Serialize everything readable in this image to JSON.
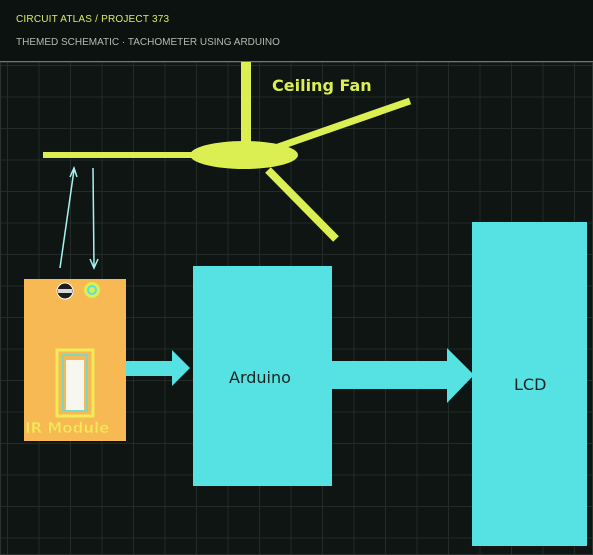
{
  "header": {
    "breadcrumb": "CIRCUIT ATLAS / PROJECT 373",
    "subtitle": "THEMED SCHEMATIC · TACHOMETER USING ARDUINO"
  },
  "diagram": {
    "fan_label": "Ceiling Fan",
    "ir_module_label": "IR Module",
    "arduino_label": "Arduino",
    "lcd_label": "LCD"
  },
  "colors": {
    "fan": "#dcef52",
    "block": "#56e1e2",
    "ir_module": "#f7b953",
    "ir_text": "#f2ea56",
    "beam": "#a9f2f3"
  }
}
